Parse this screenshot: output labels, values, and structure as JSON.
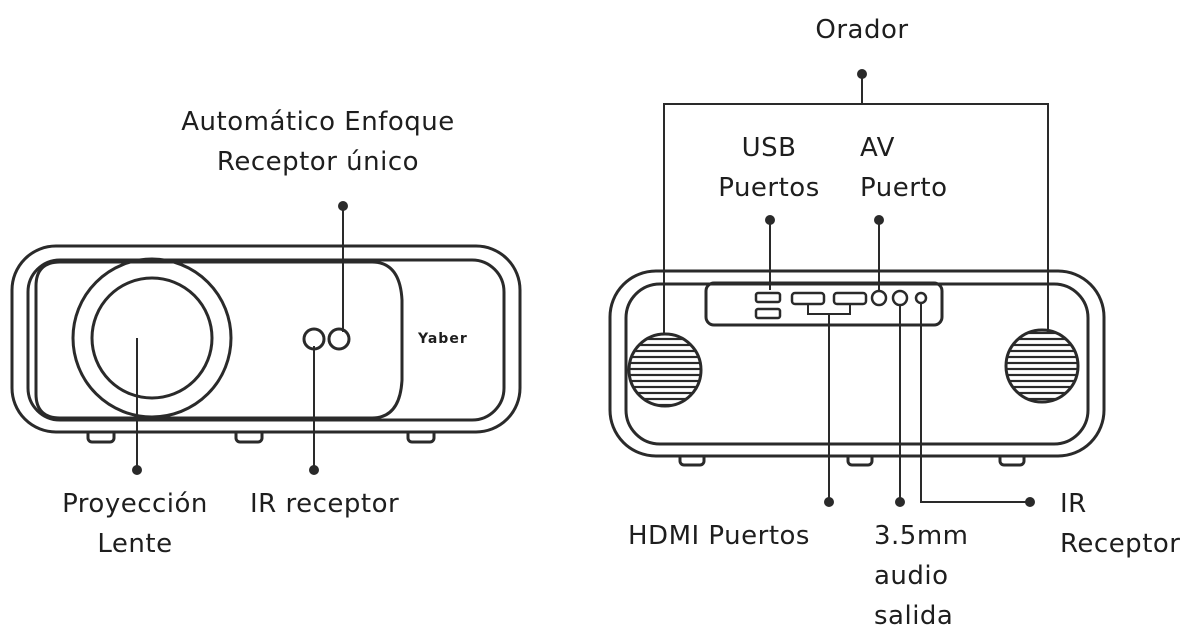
{
  "brand": "Yaber",
  "labels": {
    "autofocus_line1": "Automático Enfoque",
    "autofocus_line2": "Receptor único",
    "lens_line1": "Proyección",
    "lens_line2": "Lente",
    "ir_front": "IR receptor",
    "speaker": "Orador",
    "usb_line1": "USB",
    "usb_line2": "Puertos",
    "av_line1": "AV",
    "av_line2": "Puerto",
    "hdmi": "HDMI Puertos",
    "audio_line1": "3.5mm",
    "audio_line2": "audio",
    "audio_line3": "salida",
    "ir_back_line1": "IR",
    "ir_back_line2": "Receptor"
  },
  "colors": {
    "ink": "#1e1e1e",
    "outline": "#2a2a2a",
    "background": "#ffffff"
  }
}
